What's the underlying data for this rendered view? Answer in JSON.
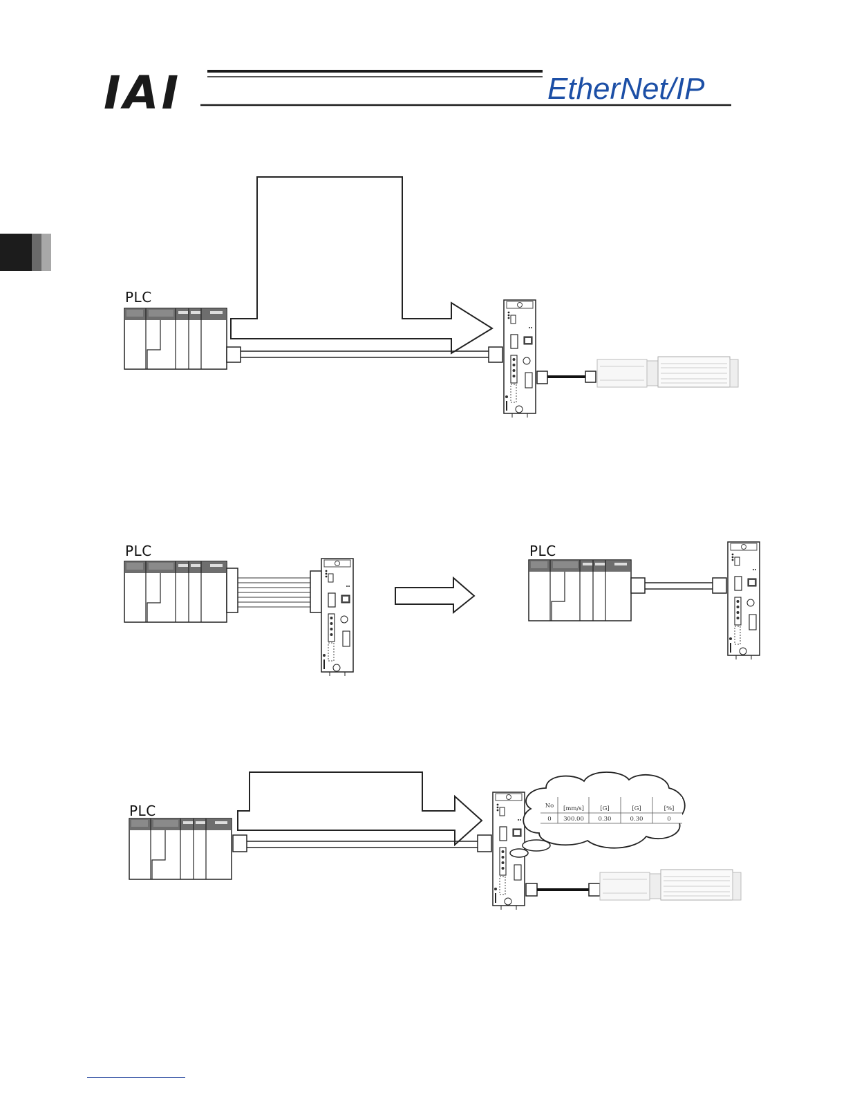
{
  "header": {
    "logo_text": "IAI",
    "brand_text": "EtherNet/IP",
    "brand_color": "#1c4fa6"
  },
  "diagrams": {
    "top": {
      "plc_label": "PLC"
    },
    "middle_left": {
      "plc_label": "PLC"
    },
    "middle_right": {
      "plc_label": "PLC"
    },
    "bottom": {
      "plc_label": "PLC",
      "bubble_table": {
        "headers": [
          "No",
          "[mm/s]",
          "[G]",
          "[G]",
          "[%]"
        ],
        "row": [
          "0",
          "300.00",
          "0.30",
          "0.30",
          "0"
        ]
      }
    }
  },
  "icons": [
    "plc-rack-icon",
    "controller-icon",
    "actuator-icon",
    "arrow-icon",
    "thought-bubble-icon"
  ]
}
